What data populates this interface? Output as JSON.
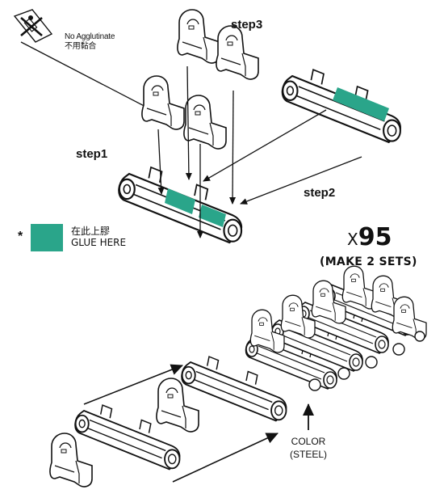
{
  "warning": {
    "line1": "No Agglutinate",
    "line2": "不用黏合",
    "icon": "glue-prohibited-icon"
  },
  "steps": {
    "step1": "step1",
    "step2": "step2",
    "step3": "step3"
  },
  "glue_legend": {
    "asterisk": "*",
    "line1": "在此上膠",
    "line2": "GLUE HERE",
    "swatch_color": "#2aa58a"
  },
  "quantity": {
    "prefix": "X",
    "count": "95",
    "note": "(MAKE 2 SETS)"
  },
  "color_callout": {
    "line1": "COLOR",
    "line2": "(STEEL)"
  },
  "colors": {
    "glue": "#2aa58a",
    "line": "#111111"
  }
}
